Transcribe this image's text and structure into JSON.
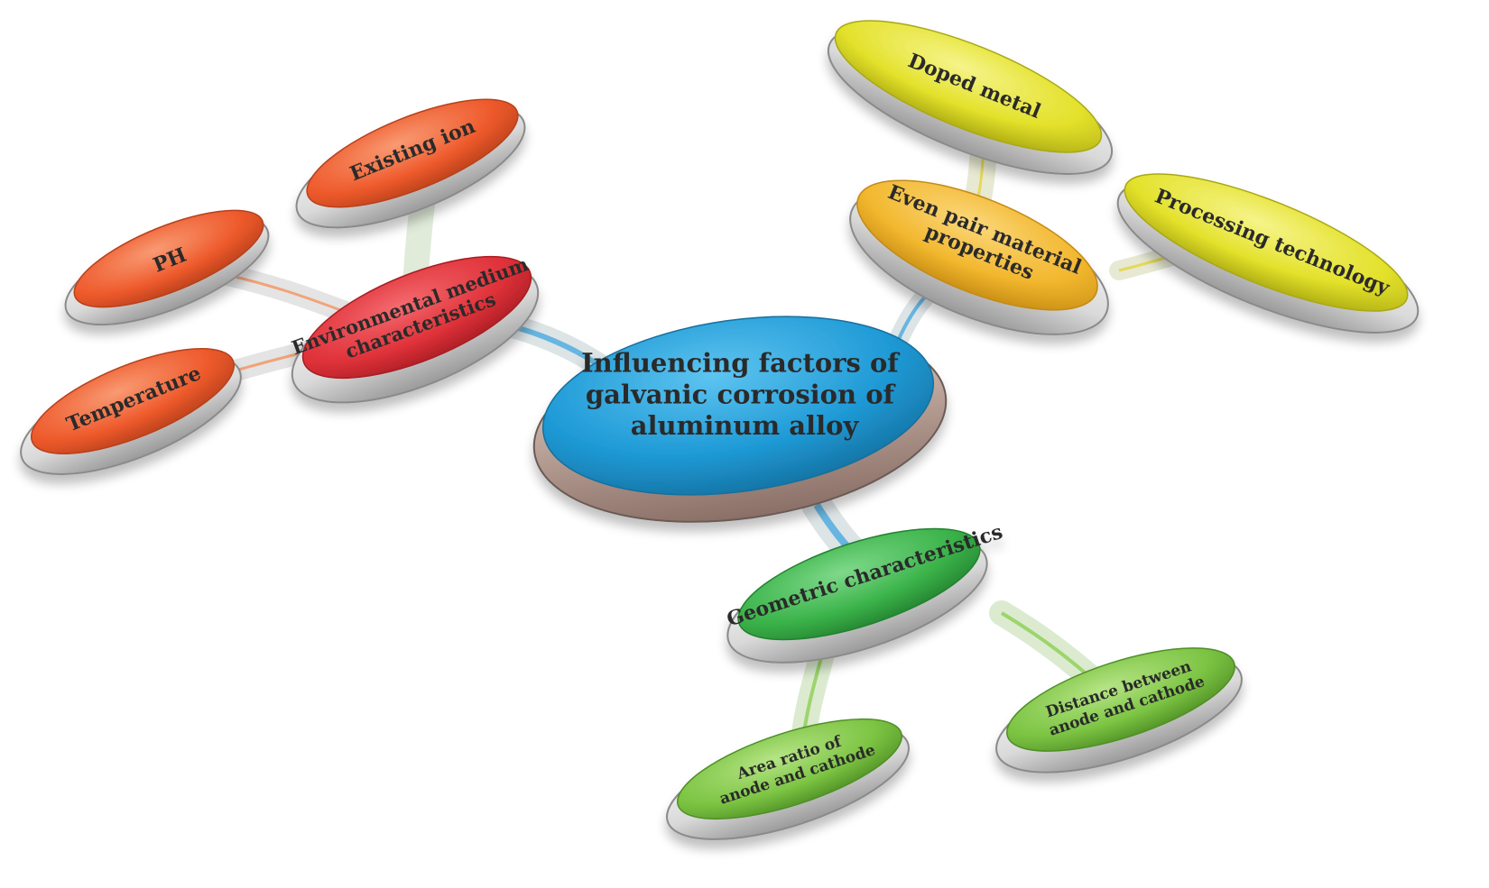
{
  "diagram": {
    "center": {
      "lines": [
        "Influencing factors of",
        "galvanic corrosion of",
        "aluminum alloy"
      ],
      "color": "#1f9ad6"
    },
    "groups": {
      "environment": {
        "hub": [
          "Environmental medium",
          "characteristics"
        ],
        "color": "#e0323a",
        "leaf_color": "#ee5a2c",
        "leaves": {
          "existing_ion": [
            "Existing ion"
          ],
          "ph": [
            "PH"
          ],
          "temperature": [
            "Temperature"
          ]
        }
      },
      "material": {
        "hub": [
          "Even pair material",
          "properties"
        ],
        "color": "#f2b72e",
        "leaf_color": "#e8e62c",
        "leaves": {
          "doped_metal": [
            "Doped metal"
          ],
          "processing": [
            "Processing technology"
          ]
        }
      },
      "geometry": {
        "hub": [
          "Geometric characteristics"
        ],
        "color": "#3bb34a",
        "leaf_color": "#7cc443",
        "leaves": {
          "area_ratio": [
            "Area ratio of",
            "anode and cathode"
          ],
          "distance": [
            "Distance between",
            "anode and cathode"
          ]
        }
      }
    }
  }
}
